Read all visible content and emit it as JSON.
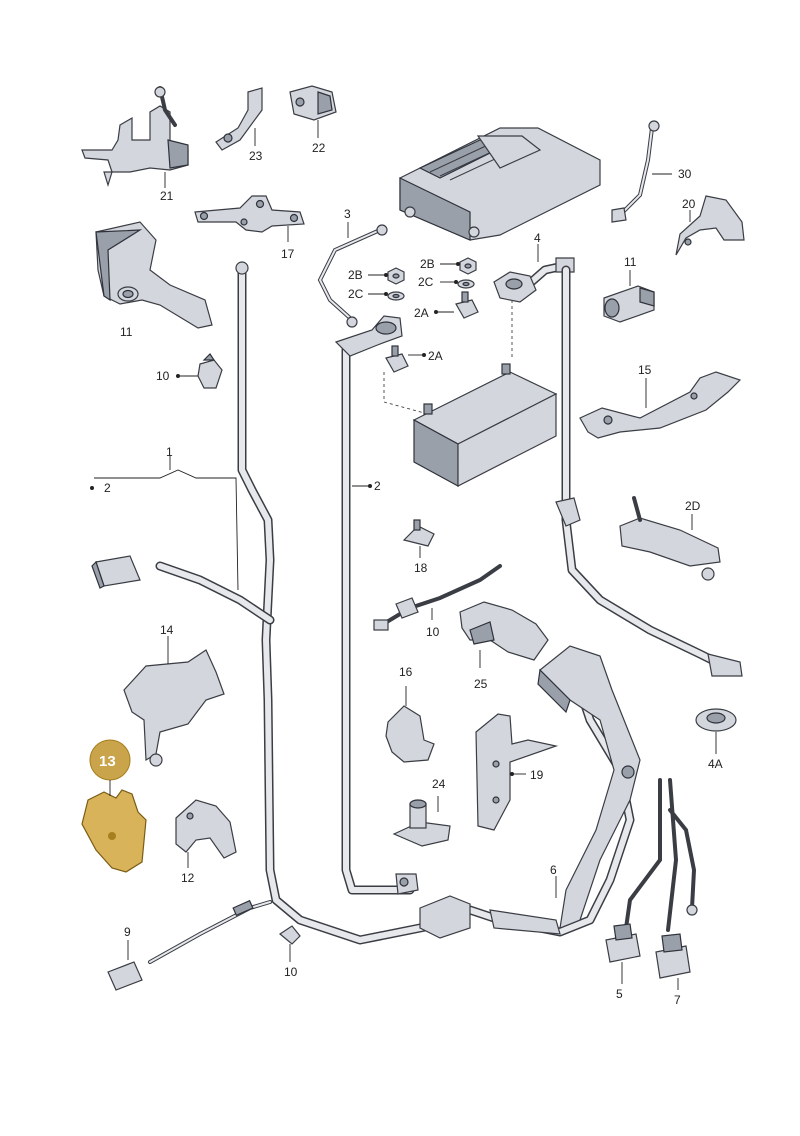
{
  "diagram": {
    "callouts": {
      "c1": "1",
      "c2a": "2",
      "c2b": "2",
      "c2A_1": "2A",
      "c2A_2": "2A",
      "c2B_1": "2B",
      "c2B_2": "2B",
      "c2C_1": "2C",
      "c2C_2": "2C",
      "c2D": "2D",
      "c3": "3",
      "c4": "4",
      "c4A": "4A",
      "c5": "5",
      "c6": "6",
      "c7": "7",
      "c9": "9",
      "c10a": "10",
      "c10b": "10",
      "c10c": "10",
      "c11a": "11",
      "c11b": "11",
      "c12": "12",
      "c13": "13",
      "c14": "14",
      "c15": "15",
      "c16": "16",
      "c17": "17",
      "c18": "18",
      "c19": "19",
      "c20": "20",
      "c21": "21",
      "c22": "22",
      "c23": "23",
      "c24": "24",
      "c25": "25",
      "c30": "30"
    },
    "highlight_color": "#c9a44a",
    "line_color": "#3a3d44",
    "part_fill": "#d3d6dc"
  }
}
